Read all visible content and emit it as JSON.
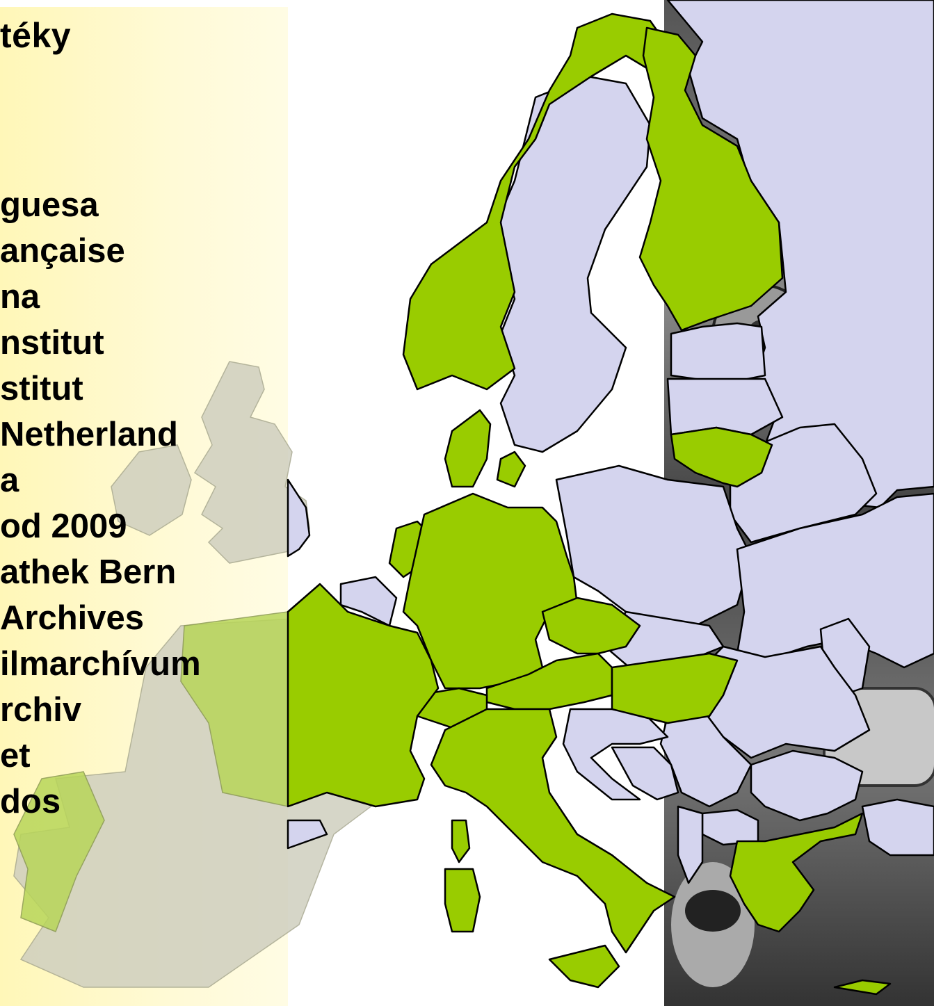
{
  "heading": "téky",
  "archives": [
    "guesa",
    "ançaise",
    "na",
    "nstitut",
    "stitut",
    "Netherland",
    "a",
    "od 2009",
    "athek Bern",
    "Archives",
    "ilmarchívum",
    "rchiv",
    "et",
    "dos"
  ],
  "colors": {
    "member": "#99cc00",
    "non_member": "#d4d4ee",
    "border": "#000000",
    "panel": "#fff9c9"
  }
}
